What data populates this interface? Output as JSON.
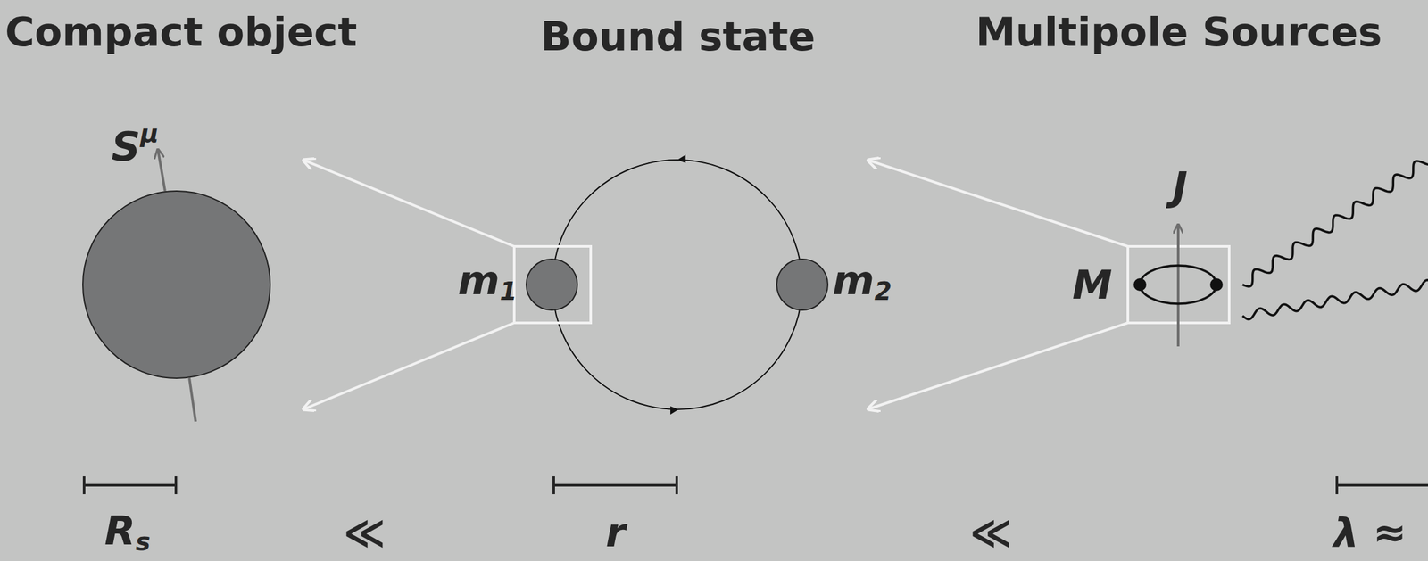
{
  "diagram": {
    "labels": [
      "Compact object",
      "Bound state",
      "Multipole Sources",
      "S",
      "μ",
      "m",
      "1",
      "m",
      "2",
      "M",
      "J",
      "R",
      "s",
      "≪",
      "r",
      "≪",
      "λ ≈"
    ]
  }
}
